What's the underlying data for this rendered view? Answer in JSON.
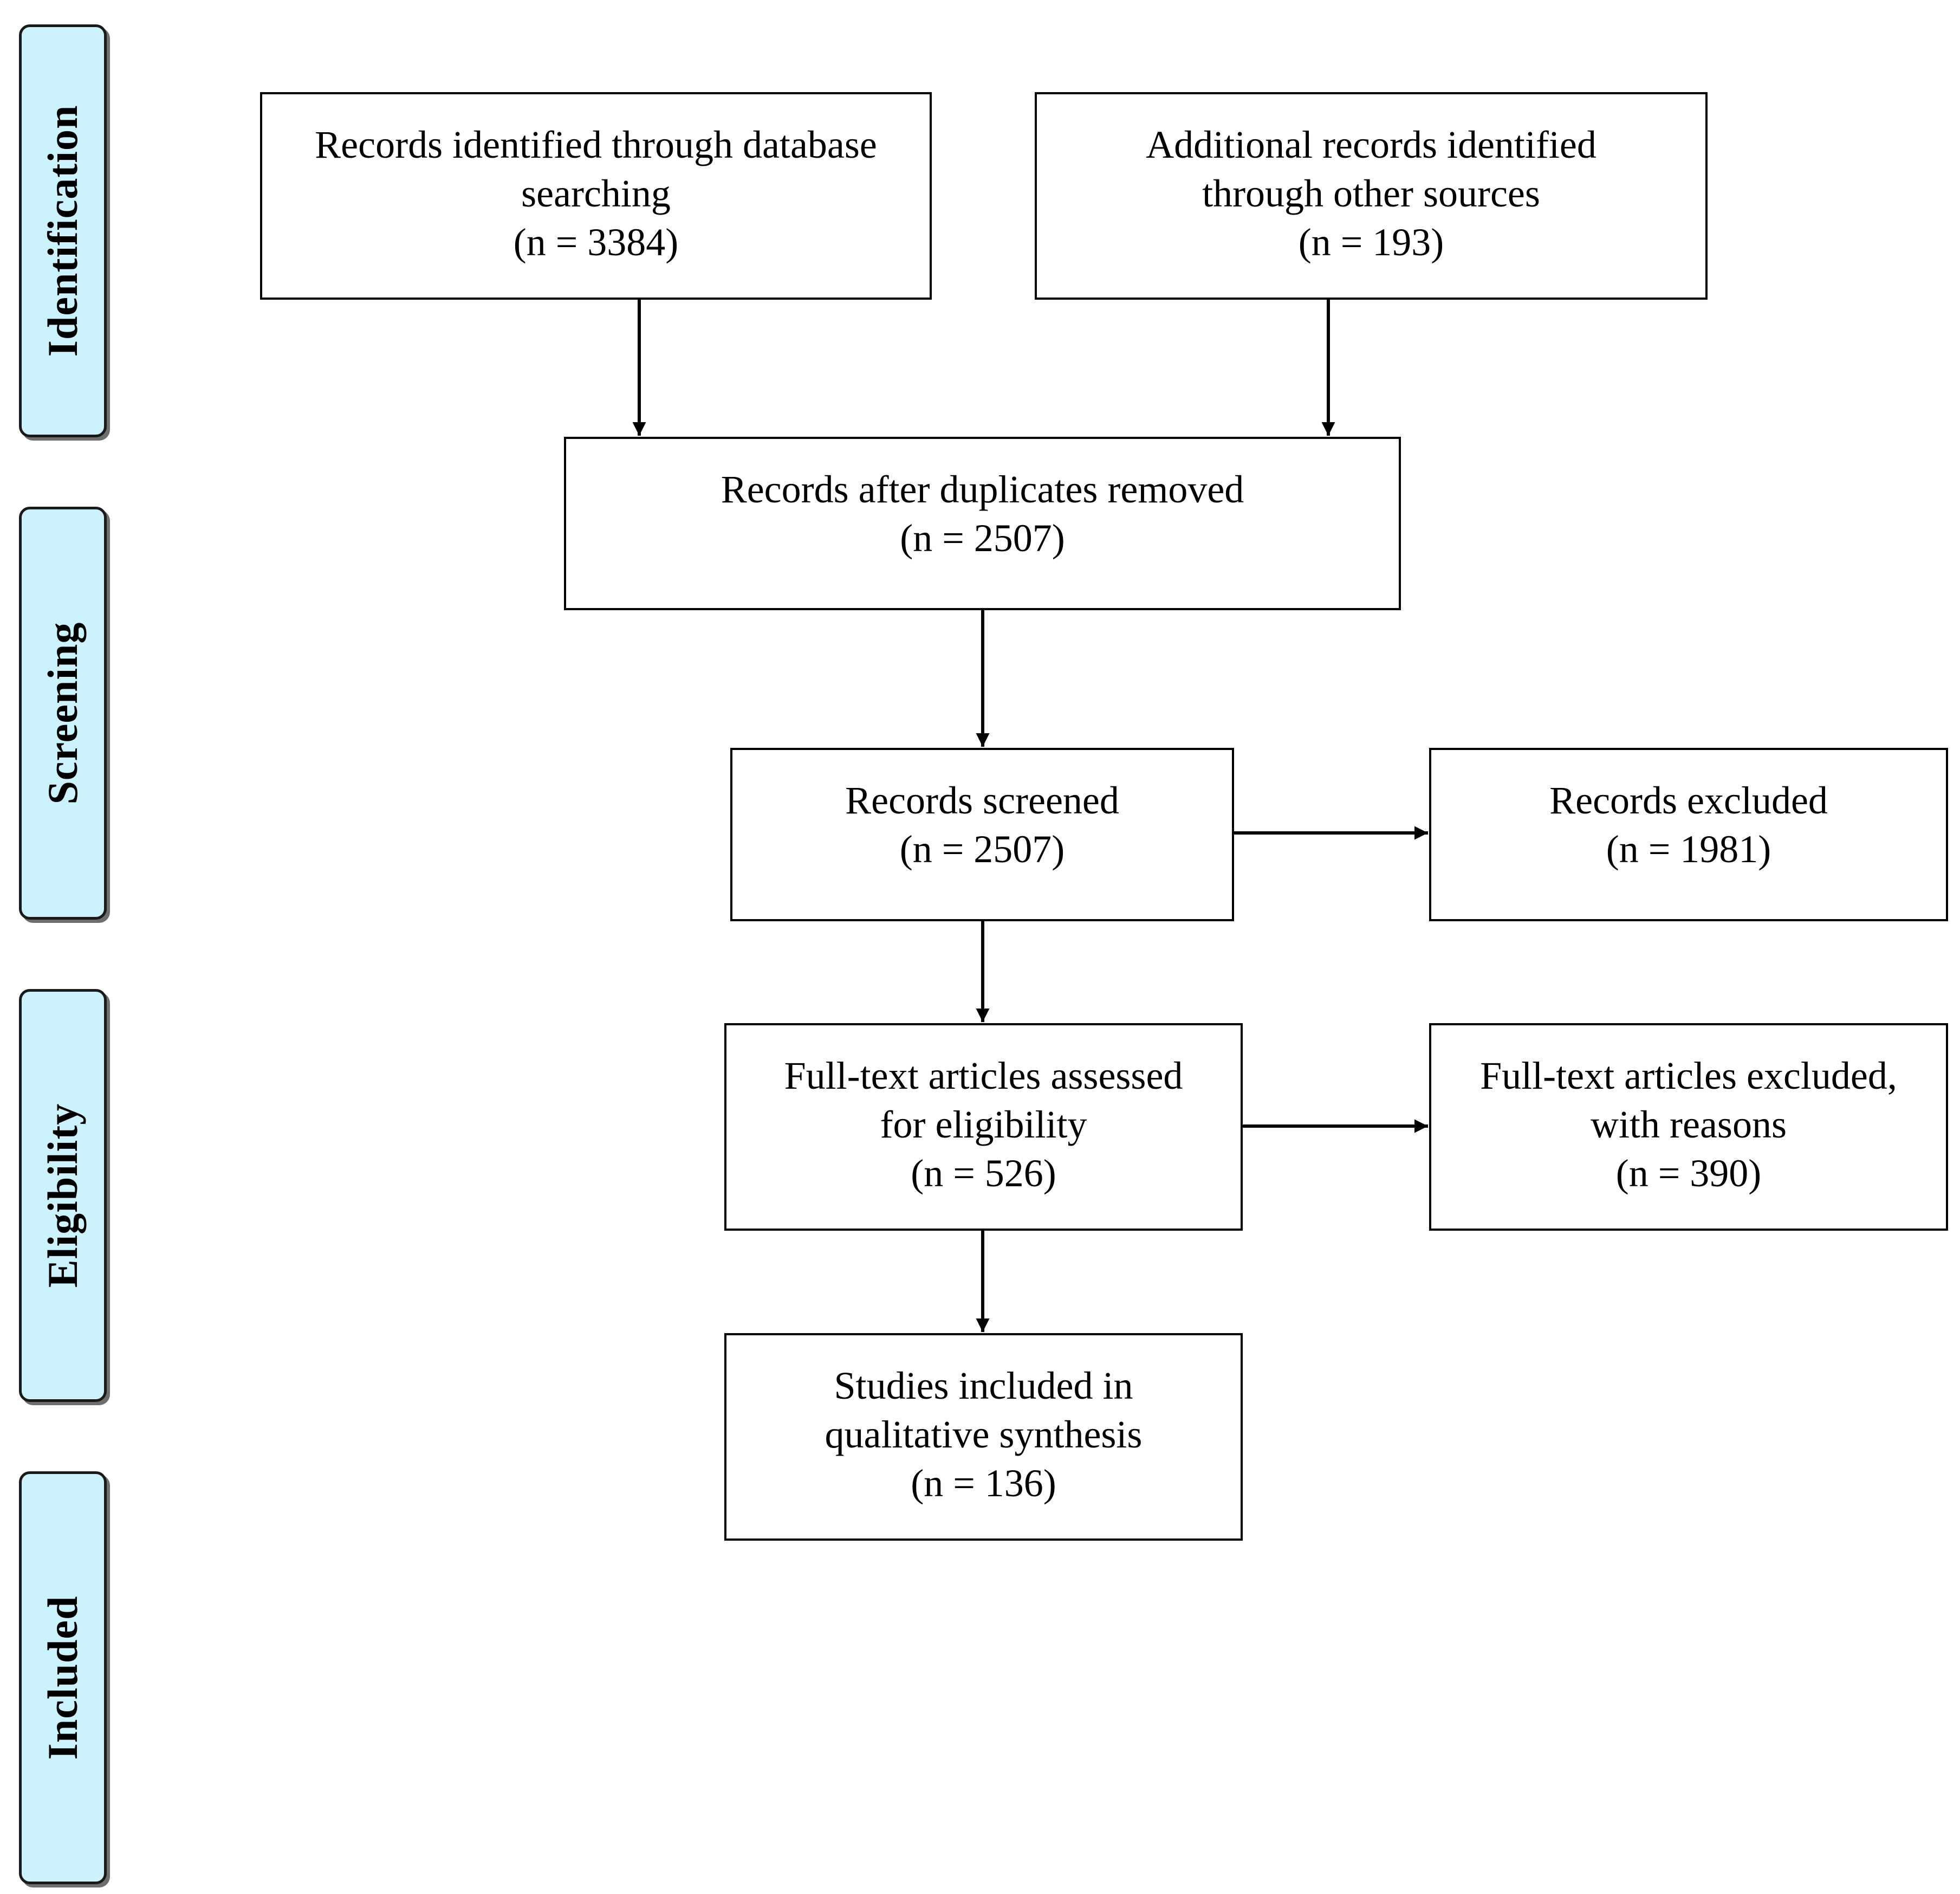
{
  "stages": {
    "identification": "Identification",
    "screening": "Screening",
    "eligibility": "Eligibility",
    "included": "Included"
  },
  "boxes": {
    "database_search": {
      "line1": "Records identified through database",
      "line2": "searching",
      "count": "(n = 3384)"
    },
    "other_sources": {
      "line1": "Additional records identified",
      "line2": "through other sources",
      "count": "(n = 193)"
    },
    "duplicates_removed": {
      "line1": "Records after duplicates removed",
      "count": "(n = 2507)"
    },
    "screened": {
      "line1": "Records screened",
      "count": "(n = 2507)"
    },
    "excluded": {
      "line1": "Records excluded",
      "count": "(n = 1981)"
    },
    "fulltext_assessed": {
      "line1": "Full-text articles assessed",
      "line2": "for eligibility",
      "count": "(n = 526)"
    },
    "fulltext_excluded": {
      "line1": "Full-text articles excluded,",
      "line2": "with reasons",
      "count": "(n = 390)"
    },
    "included_studies": {
      "line1": "Studies included in",
      "line2": "qualitative synthesis",
      "count": "(n = 136)"
    }
  }
}
